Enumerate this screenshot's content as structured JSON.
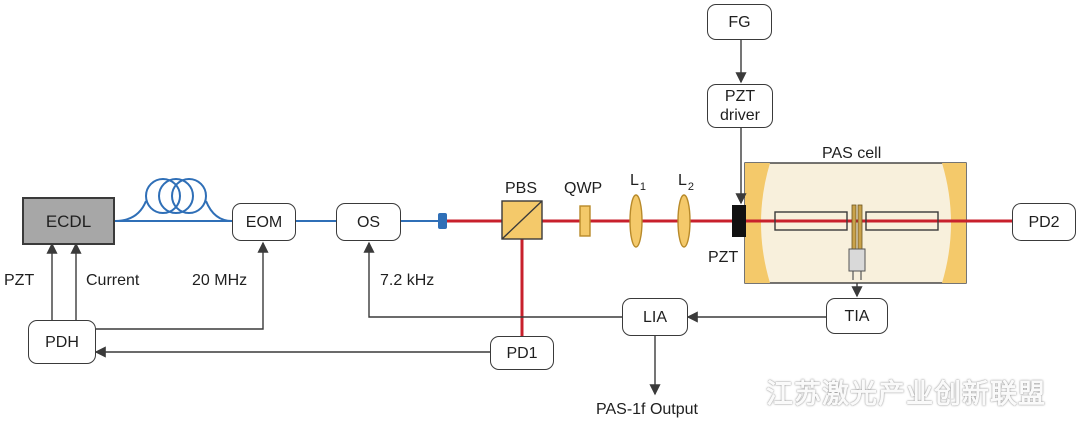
{
  "blocks": {
    "ecdl": "ECDL",
    "eom": "EOM",
    "os": "OS",
    "fg": "FG",
    "pzt_driver_line1": "PZT",
    "pzt_driver_line2": "driver",
    "pd2": "PD2",
    "tia": "TIA",
    "lia": "LIA",
    "pd1": "PD1",
    "pdh": "PDH"
  },
  "labels": {
    "pbs": "PBS",
    "qwp": "QWP",
    "lens1": "L",
    "lens1_sub": "1",
    "lens2": "L",
    "lens2_sub": "2",
    "pzt_mirror": "PZT",
    "pas_cell": "PAS cell",
    "freq_eom": "20 MHz",
    "freq_os": "7.2 kHz",
    "pzt_feedback": "PZT",
    "current_feedback": "Current",
    "output": "PAS-1f Output"
  },
  "watermark": "江苏激光产业创新联盟",
  "colors": {
    "fiber": "#2f6fb7",
    "beam": "#c8202c",
    "optic_fill": "#f4c96a",
    "optic_stroke": "#b88a2a",
    "cell_fill": "#f8f0dc",
    "wire": "#3a3a3a"
  }
}
